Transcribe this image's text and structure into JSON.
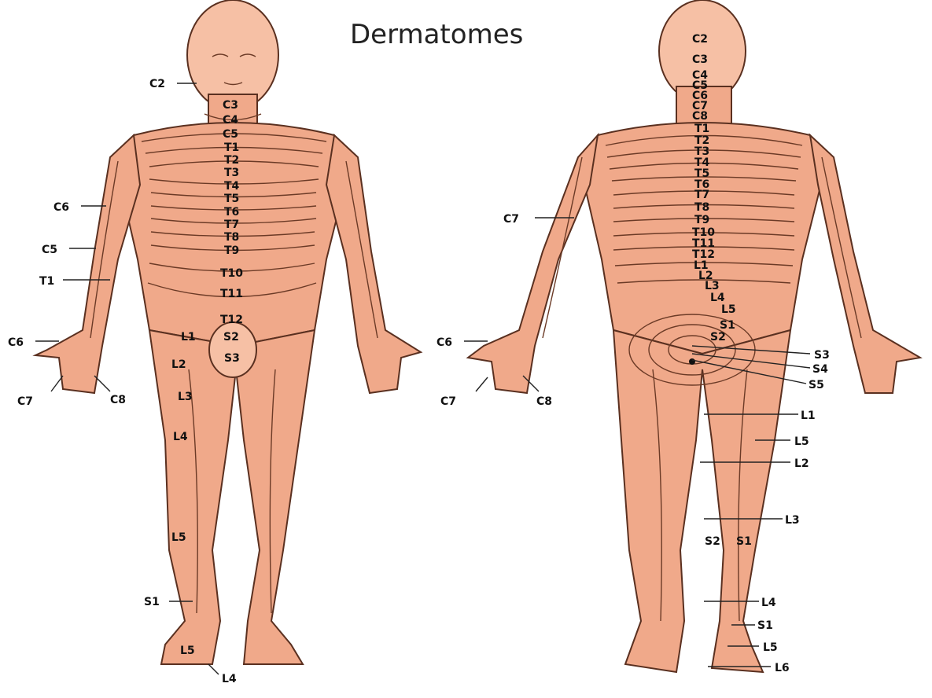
{
  "title": "Dermatomes",
  "front": {
    "spine_labels": [
      "C3",
      "C4",
      "C5",
      "T1",
      "T2",
      "T3",
      "T4",
      "T5",
      "T6",
      "T7",
      "T8",
      "T9",
      "T10",
      "T11",
      "T12"
    ],
    "pelvis_labels": [
      "L1",
      "S2",
      "S3"
    ],
    "left_labels": [
      "C2",
      "C6",
      "C5",
      "T1",
      "C6",
      "C7",
      "C8",
      "L2",
      "L3",
      "L4",
      "L5",
      "S1",
      "L5",
      "L4"
    ]
  },
  "back": {
    "spine_labels": [
      "C2",
      "C3",
      "C4",
      "C5",
      "C6",
      "C7",
      "C8",
      "T1",
      "T2",
      "T3",
      "T4",
      "T5",
      "T6",
      "T7",
      "T8",
      "T9",
      "T10",
      "T11",
      "T12",
      "L1",
      "L2",
      "L3",
      "L4",
      "L5",
      "S1",
      "S2"
    ],
    "left_labels": [
      "C7",
      "C6",
      "C7",
      "C8"
    ],
    "right_labels": [
      "S3",
      "S4",
      "S5",
      "L1",
      "L5",
      "L2",
      "L3",
      "L4",
      "S1",
      "L5",
      "L6"
    ],
    "calf_labels": [
      "S2",
      "S1"
    ]
  }
}
